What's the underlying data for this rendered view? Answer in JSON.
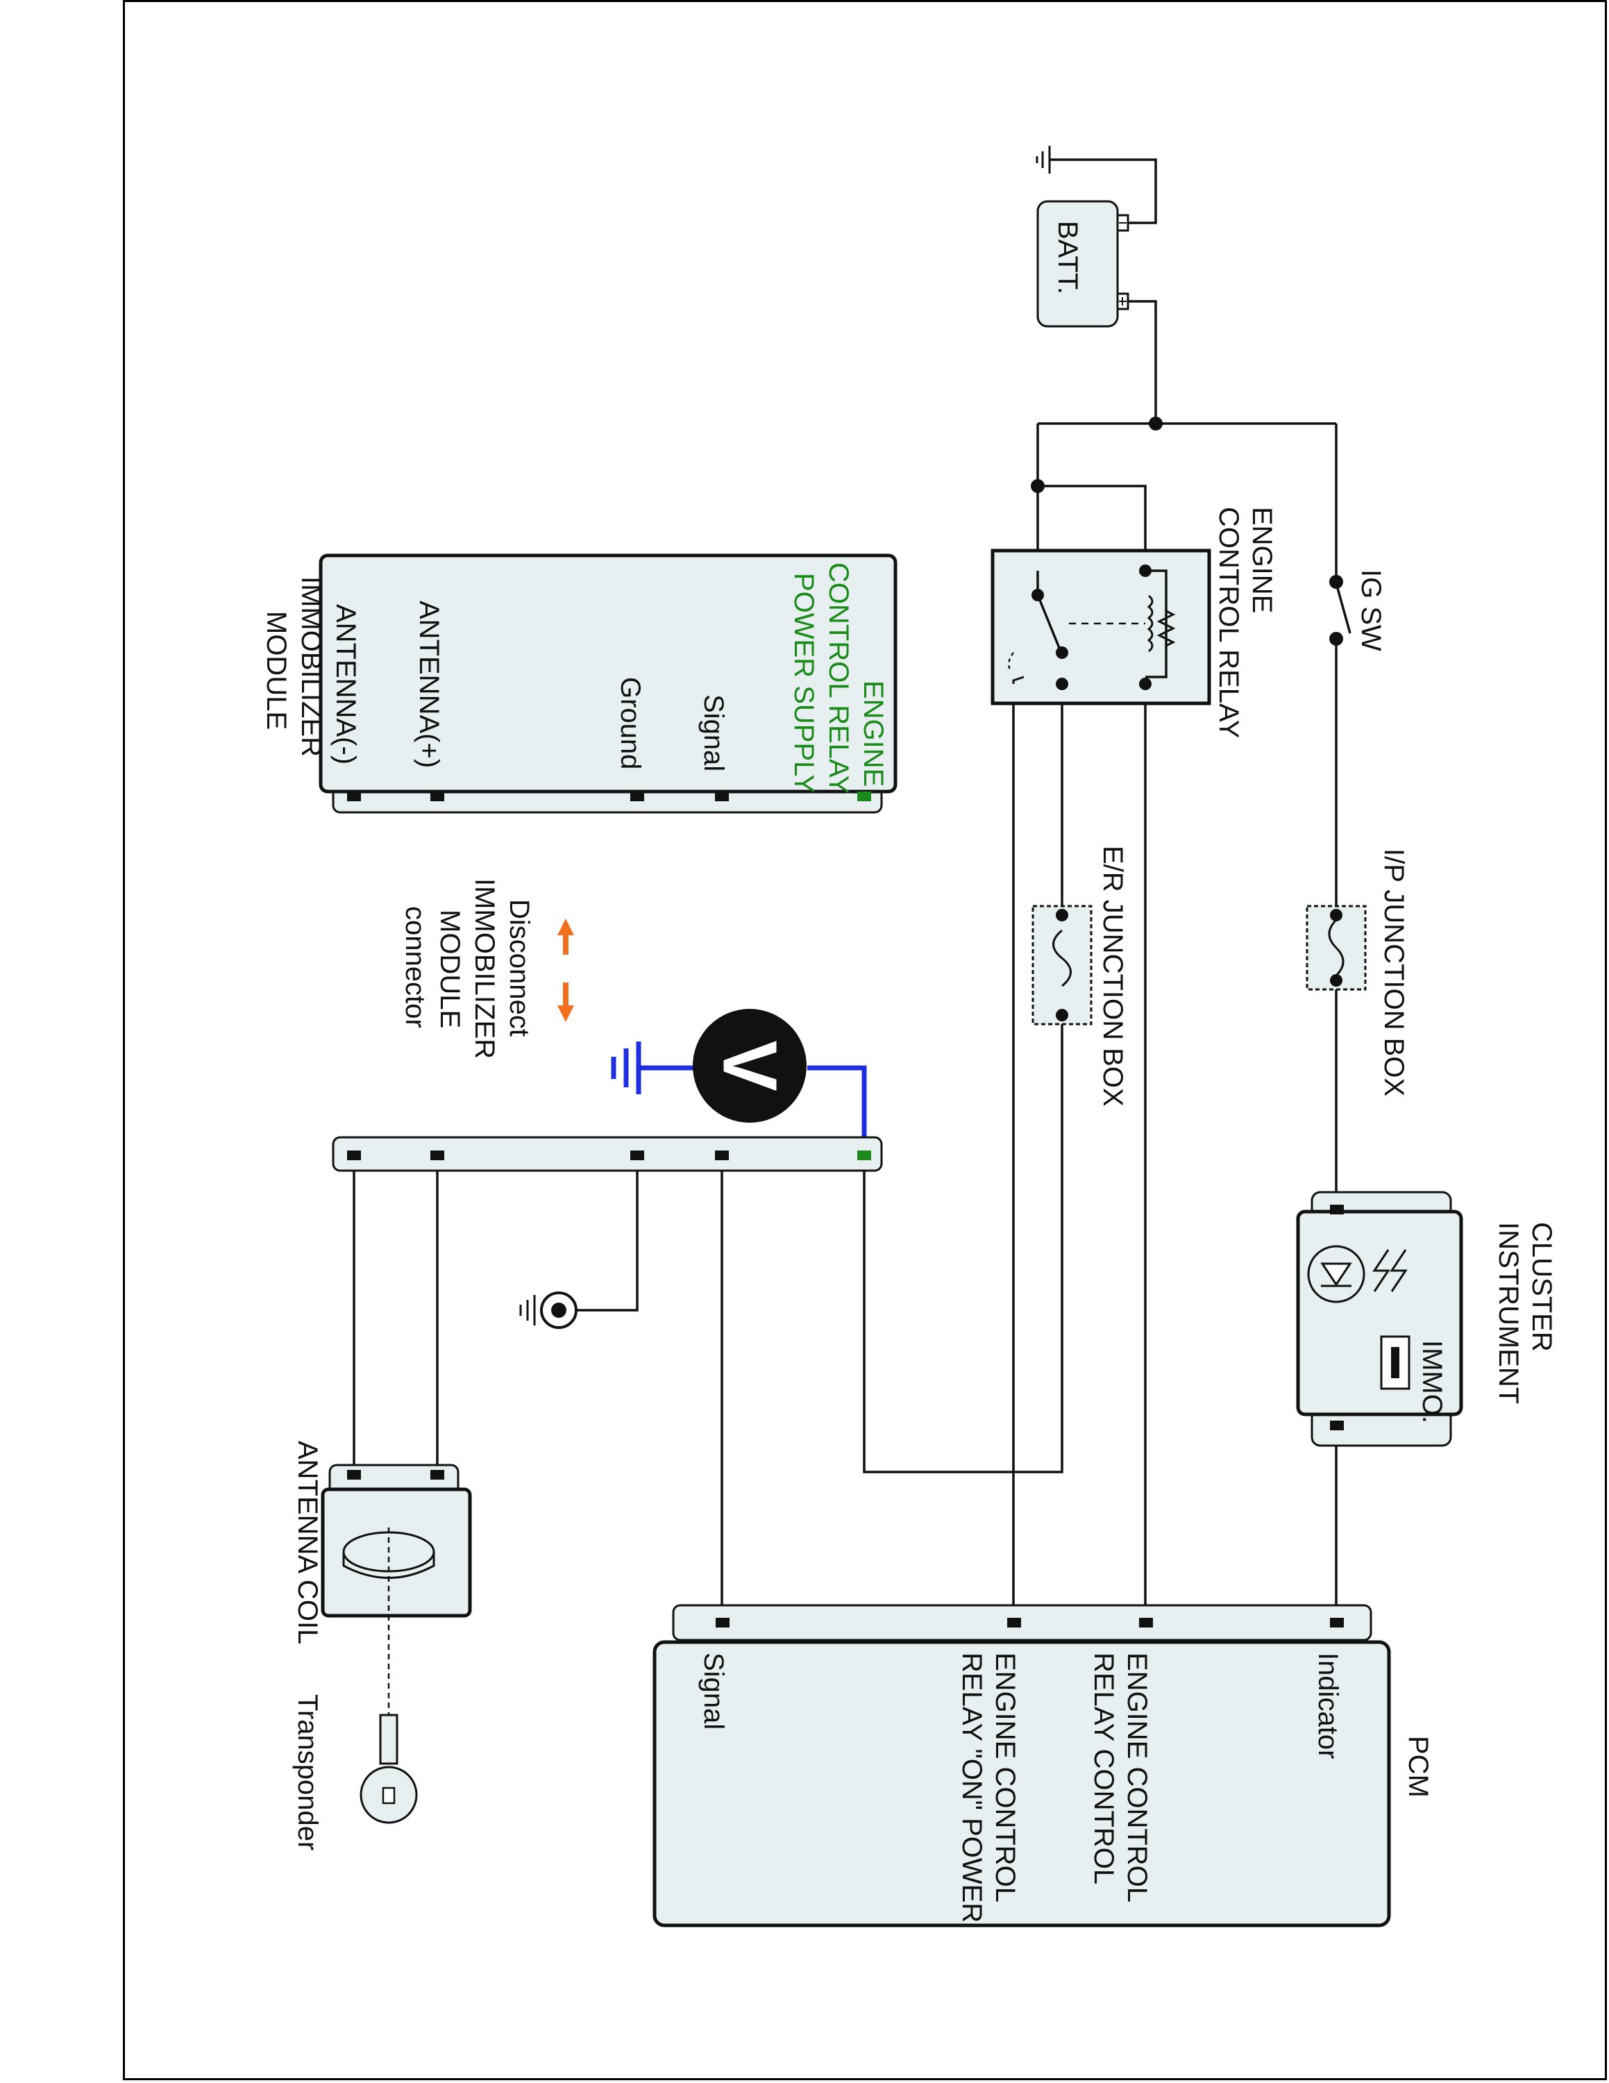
{
  "components": {
    "battery": "BATT.",
    "engine_control_relay": [
      "ENGINE",
      "CONTROL RELAY"
    ],
    "ig_sw": "IG SW",
    "ip_junction_box": "I/P JUNCTION BOX",
    "er_junction_box": "E/R JUNCTION BOX",
    "instrument_cluster": [
      "INSTRUMENT",
      "CLUSTER"
    ],
    "immo_indicator": "IMMO.",
    "immobilizer_module": [
      "IMMOBILIZER",
      "MODULE"
    ],
    "antenna_coil": "ANTENNA COIL",
    "transponder": "Transponder",
    "pcm": "PCM",
    "voltmeter": "V"
  },
  "immobilizer_pins": {
    "power": [
      "ENGINE",
      "CONTROL RELAY",
      "POWER SUPPLY"
    ],
    "signal": "Signal",
    "ground": "Ground",
    "antenna_plus": "ANTENNA(+)",
    "antenna_minus": "ANTENNA(-)"
  },
  "pcm_pins": {
    "indicator": "Indicator",
    "relay_control": [
      "ENGINE CONTROL",
      "RELAY CONTROL"
    ],
    "relay_on_power": [
      "ENGINE CONTROL",
      "RELAY \"ON\" POWER"
    ],
    "signal": "Signal"
  },
  "instruction": [
    "Disconnect",
    "IMMOBILIZER",
    "MODULE",
    "connector"
  ],
  "colors": {
    "wire": "#111111",
    "component_fill": "#e8eff0",
    "power_pin": "#1a8a1a",
    "probe_wire": "#1f2fe0",
    "arrow": "#f07020"
  }
}
